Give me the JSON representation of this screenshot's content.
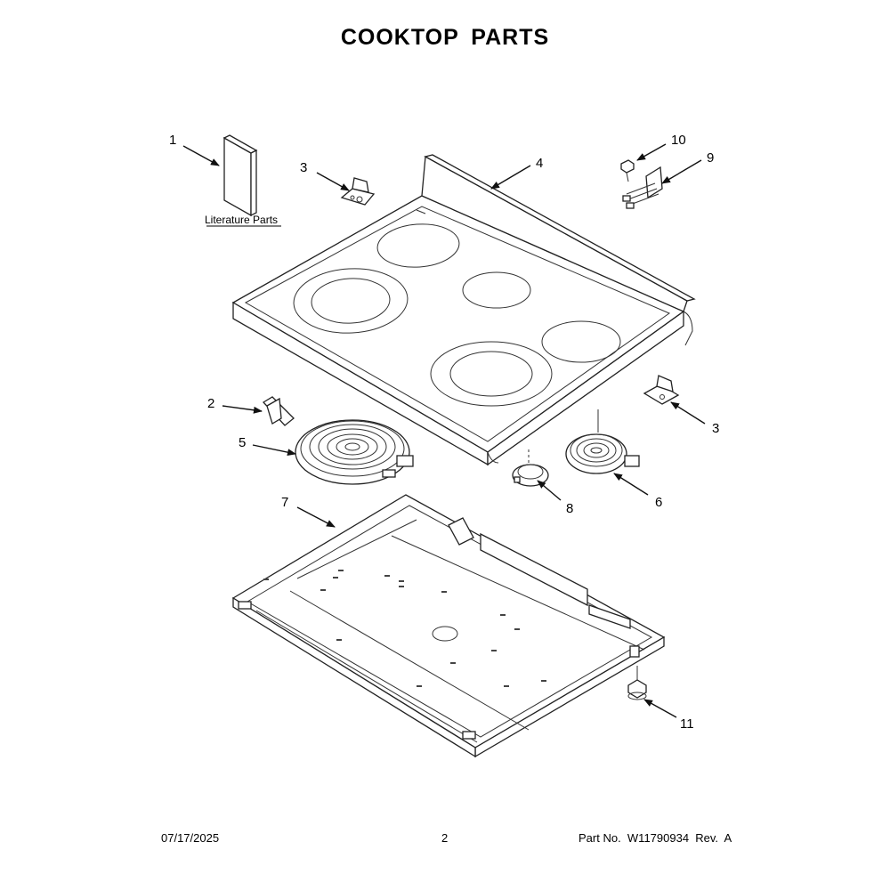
{
  "title": "COOKTOP  PARTS",
  "literature_label": "Literature Parts",
  "callouts": [
    {
      "id": "c1",
      "text": "1"
    },
    {
      "id": "c2",
      "text": "2"
    },
    {
      "id": "c3a",
      "text": "3"
    },
    {
      "id": "c3b",
      "text": "3"
    },
    {
      "id": "c4",
      "text": "4"
    },
    {
      "id": "c5",
      "text": "5"
    },
    {
      "id": "c6",
      "text": "6"
    },
    {
      "id": "c7",
      "text": "7"
    },
    {
      "id": "c8",
      "text": "8"
    },
    {
      "id": "c9",
      "text": "9"
    },
    {
      "id": "c10",
      "text": "10"
    },
    {
      "id": "c11",
      "text": "11"
    }
  ],
  "footer": {
    "date": "07/17/2025",
    "page": "2",
    "part_number": "Part No.  W11790934  Rev.  A"
  }
}
